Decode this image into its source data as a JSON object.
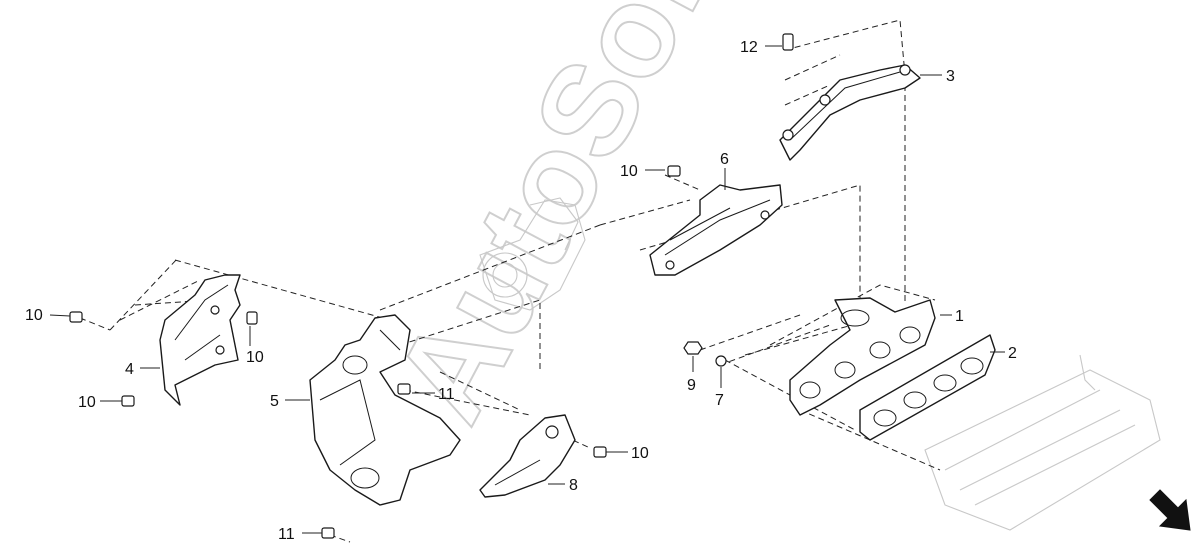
{
  "watermark": "AutoSoft",
  "callouts": {
    "c1": "1",
    "c2": "2",
    "c3": "3",
    "c4": "4",
    "c5": "5",
    "c6": "6",
    "c7": "7",
    "c8": "8",
    "c9": "9",
    "c10a": "10",
    "c10b": "10",
    "c10c": "10",
    "c10d": "10",
    "c10e": "10",
    "c11a": "11",
    "c11b": "11",
    "c12": "12"
  },
  "icons": {
    "direction_arrow": "arrow-down-right-icon"
  },
  "colors": {
    "line": "#1a1a1a",
    "watermark": "#cfcfcf",
    "background": "#ffffff"
  }
}
